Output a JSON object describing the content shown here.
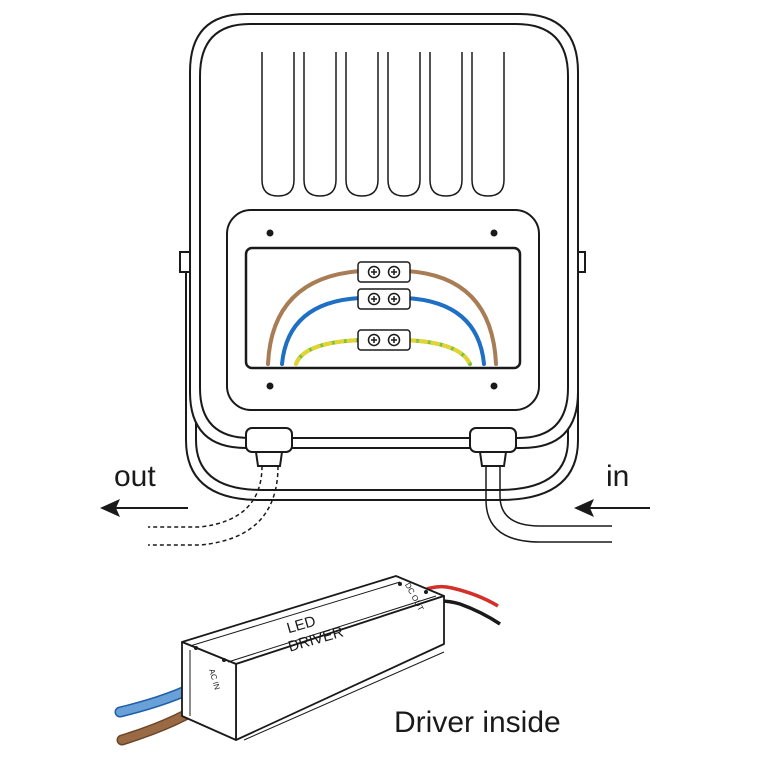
{
  "labels": {
    "out": "out",
    "in": "in",
    "caption": "Driver inside",
    "driver_line1": "LED",
    "driver_line2": "DRIVER",
    "ac_in": "AC IN",
    "dc_out": "DC OUT"
  },
  "colors": {
    "outline": "#1a1a1a",
    "wire_brown": "#a87d55",
    "wire_blue": "#1f6fc4",
    "wire_earth_green": "#7bbf3a",
    "wire_earth_yellow": "#e3d431",
    "wire_red": "#d4302a",
    "wire_black": "#1a1a1a",
    "cable_blue": "#6aa0d8",
    "cable_brown": "#9a6a45"
  },
  "icons": [
    "terminal-block-icon",
    "screw-icon",
    "arrow-left-icon"
  ]
}
